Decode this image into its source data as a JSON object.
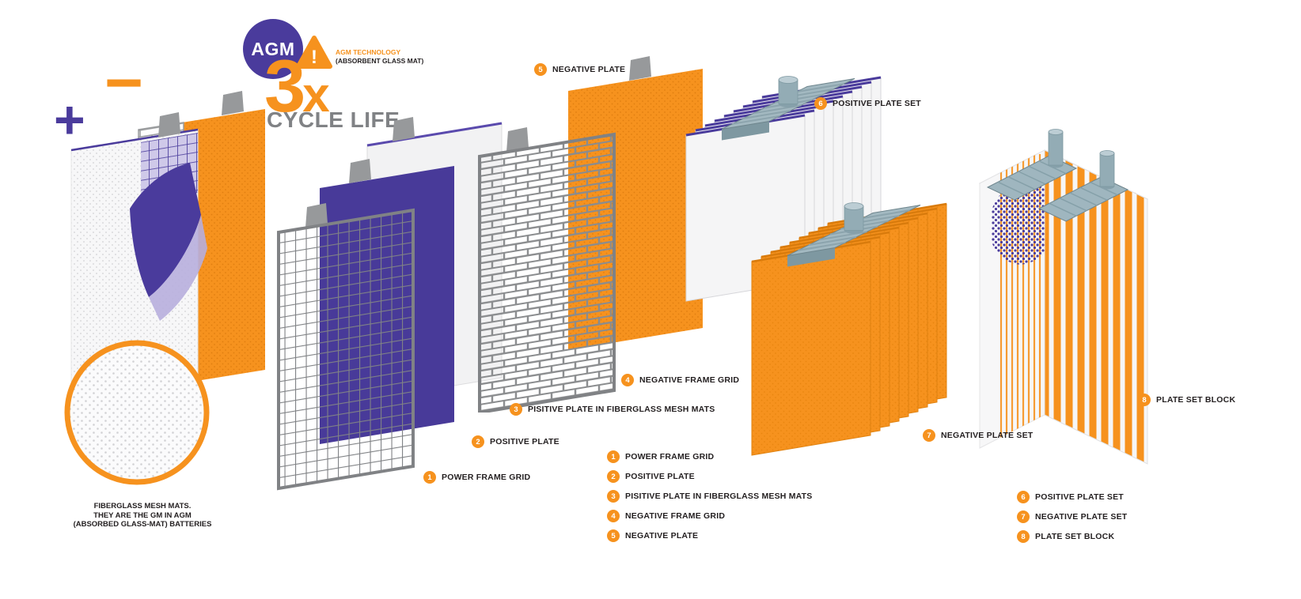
{
  "colors": {
    "orange": "#F6921E",
    "purple": "#4A3B9C",
    "gray": "#808285",
    "steel": "#9FB6BF"
  },
  "logo": {
    "agm": "AGM",
    "warning": "!",
    "tech_line1": "AGM TECHNOLOGY",
    "tech_line2": "(ABSORBENT GLASS MAT)",
    "multiplier": {
      "digit": "3",
      "suffix": "x"
    },
    "cycle_life": "CYCLE LIFE"
  },
  "polarity": {
    "plus": "+",
    "minus": "−"
  },
  "caption": {
    "line1": "FIBERGLASS MESH MATS.",
    "line2": "THEY ARE THE GM IN AGM",
    "line3": "(ABSORBED GLASS-MAT) BATTERIES"
  },
  "callouts": {
    "c1": {
      "num": "1",
      "label": "POWER FRAME GRID"
    },
    "c2": {
      "num": "2",
      "label": "POSITIVE PLATE"
    },
    "c3": {
      "num": "3",
      "label": "PISITIVE PLATE IN FIBERGLASS MESH MATS"
    },
    "c4": {
      "num": "4",
      "label": "NEGATIVE FRAME GRID"
    },
    "c5": {
      "num": "5",
      "label": "NEGATIVE PLATE"
    },
    "c6": {
      "num": "6",
      "label": "POSITIVE PLATE SET"
    },
    "c7": {
      "num": "7",
      "label": "NEGATIVE PLATE SET"
    },
    "c8": {
      "num": "8",
      "label": "PLATE SET BLOCK"
    }
  },
  "legend_center": {
    "items": [
      {
        "num": "1",
        "label": "POWER FRAME GRID"
      },
      {
        "num": "2",
        "label": "POSITIVE PLATE"
      },
      {
        "num": "3",
        "label": "PISITIVE PLATE IN FIBERGLASS MESH MATS"
      },
      {
        "num": "4",
        "label": "NEGATIVE FRAME GRID"
      },
      {
        "num": "5",
        "label": "NEGATIVE PLATE"
      }
    ]
  },
  "legend_right": {
    "items": [
      {
        "num": "6",
        "label": "POSITIVE PLATE SET"
      },
      {
        "num": "7",
        "label": "NEGATIVE PLATE SET"
      },
      {
        "num": "8",
        "label": "PLATE SET BLOCK"
      }
    ]
  }
}
